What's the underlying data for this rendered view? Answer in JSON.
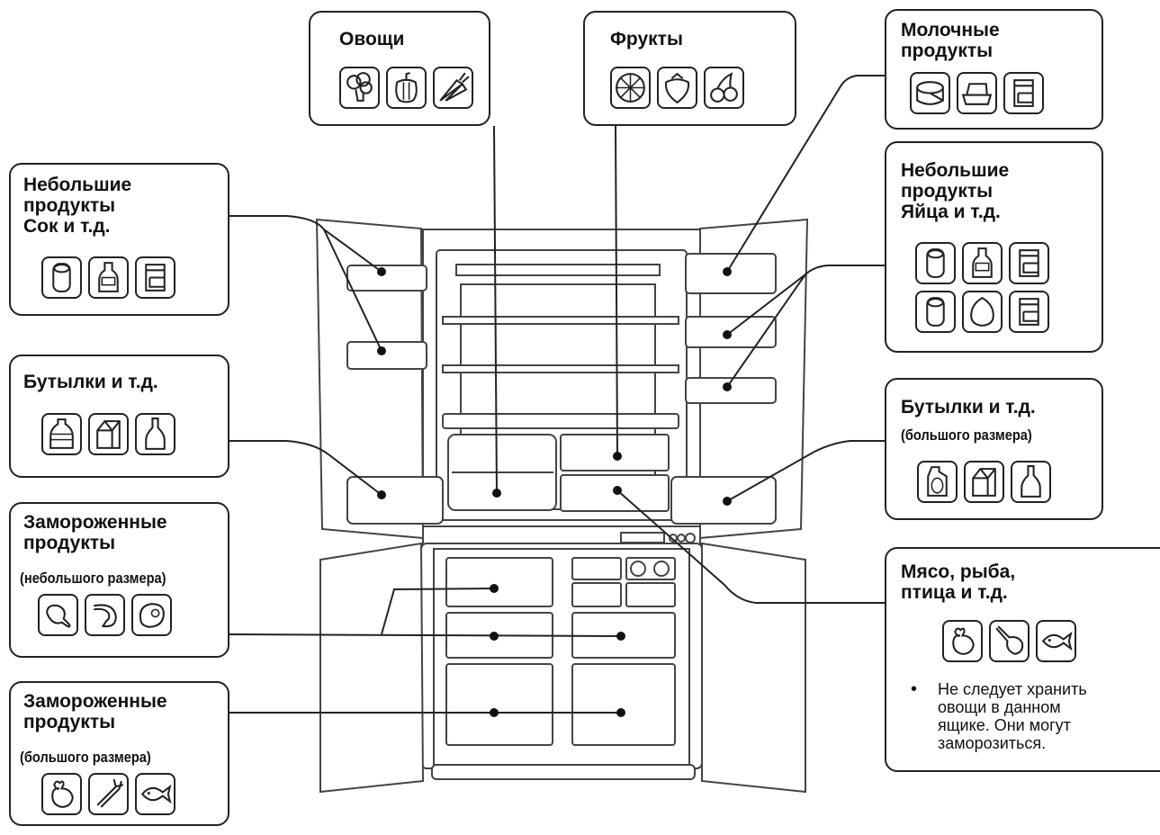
{
  "boxes": {
    "vegetables": {
      "title": "Овощи",
      "icons": [
        "broccoli-icon",
        "bell-pepper-icon",
        "carrots-icon"
      ]
    },
    "fruits": {
      "title": "Фрукты",
      "icons": [
        "citrus-slice-icon",
        "strawberry-icon",
        "cherries-icon"
      ]
    },
    "dairy": {
      "title": "Молочные\nпродукты",
      "icons": [
        "cheese-icon",
        "butter-dish-icon",
        "milk-carton-icon"
      ]
    },
    "small_left": {
      "title": "Небольшие\nпродукты\nСок и т.д.",
      "icons": [
        "can-icon",
        "small-bottle-icon",
        "carton-icon"
      ]
    },
    "small_right": {
      "title": "Небольшие\nпродукты\nЯйца и т.д.",
      "icons": [
        "can-icon",
        "small-bottle-icon",
        "carton-icon",
        "can-icon",
        "egg-icon",
        "carton-icon"
      ]
    },
    "bottles_left": {
      "title": "Бутылки и т.д.",
      "icons": [
        "water-bottle-icon",
        "milk-carton-gable-icon",
        "wine-bottle-icon"
      ]
    },
    "bottles_right": {
      "title": "Бутылки и т.д.",
      "subtitle": "(большого размера)",
      "icons": [
        "detergent-jug-icon",
        "milk-carton-gable-icon",
        "wine-bottle-icon"
      ]
    },
    "frozen_small": {
      "title": "Замороженные\nпродукты",
      "subtitle": "(небольшого размера)",
      "icons": [
        "chicken-leg-icon",
        "shrimp-icon",
        "steak-icon"
      ]
    },
    "frozen_large": {
      "title": "Замороженные\nпродукты",
      "subtitle": "(большого размера)",
      "icons": [
        "rooster-icon",
        "lobster-icon",
        "fish-icon"
      ]
    },
    "meat": {
      "title": "Мясо, рыба,\nптица и т.д.",
      "icons": [
        "rooster-icon",
        "ham-icon",
        "fish-icon"
      ],
      "note": "Не следует хранить\nовощи в данном\nящике. Они могут\nзаморозиться."
    }
  },
  "colors": {
    "line": "#222222",
    "fridge_outline": "#444444",
    "fill": "#ffffff"
  }
}
